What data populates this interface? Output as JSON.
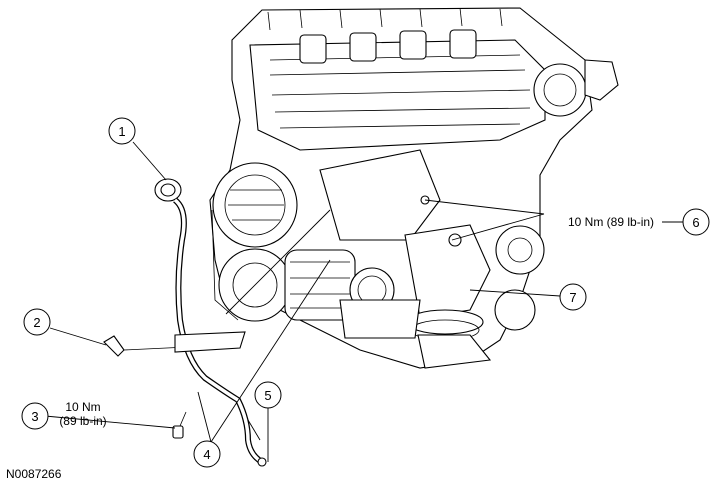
{
  "callouts": [
    {
      "number": "1"
    },
    {
      "number": "2"
    },
    {
      "number": "3",
      "torque_line1": "10 Nm",
      "torque_line2": "(89 lb-in)"
    },
    {
      "number": "4"
    },
    {
      "number": "5"
    },
    {
      "number": "6",
      "torque": "10 Nm (89 lb-in)"
    },
    {
      "number": "7"
    }
  ],
  "reference_code": "N0087266"
}
